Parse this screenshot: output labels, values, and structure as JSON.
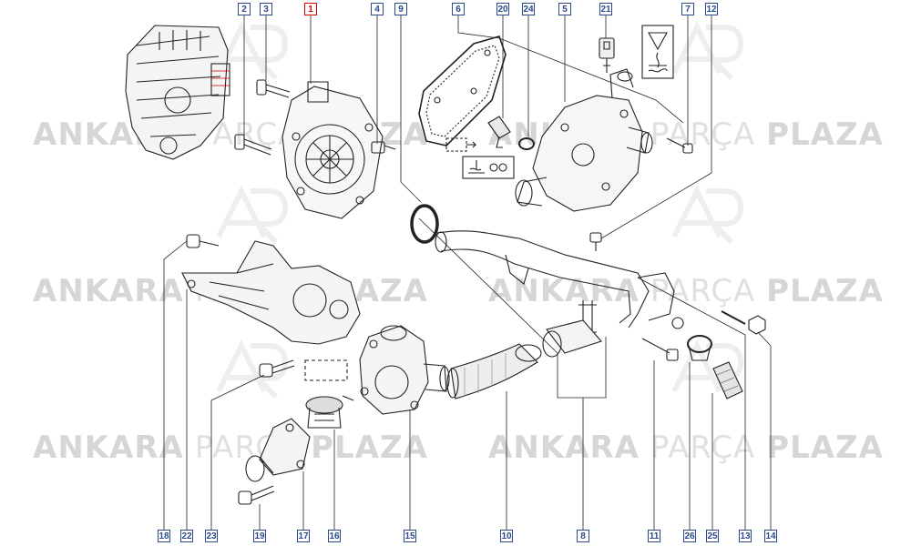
{
  "watermark": {
    "part1": "ANKARA",
    "part2": "PARÇA",
    "part3": "PLAZA"
  },
  "callouts": {
    "c2": "2",
    "c3": "3",
    "c1": "1",
    "c4": "4",
    "c9": "9",
    "c6": "6",
    "c20": "20",
    "c24": "24",
    "c5": "5",
    "c21": "21",
    "c7": "7",
    "c12": "12",
    "b18": "18",
    "b22": "22",
    "b23": "23",
    "b19": "19",
    "b17": "17",
    "b16": "16",
    "b15": "15",
    "b10": "10",
    "b8": "8",
    "b11": "11",
    "b26": "26",
    "b25": "25",
    "b13": "13",
    "b14": "14"
  },
  "colors": {
    "callout": "#2a4a8c",
    "highlight": "#d00000",
    "line": "#222222"
  },
  "icons": [
    "engine-block",
    "water-pump",
    "coolant-temperature-sensor",
    "thermostat-housing",
    "water-pipe",
    "hose",
    "warning-symbols"
  ]
}
